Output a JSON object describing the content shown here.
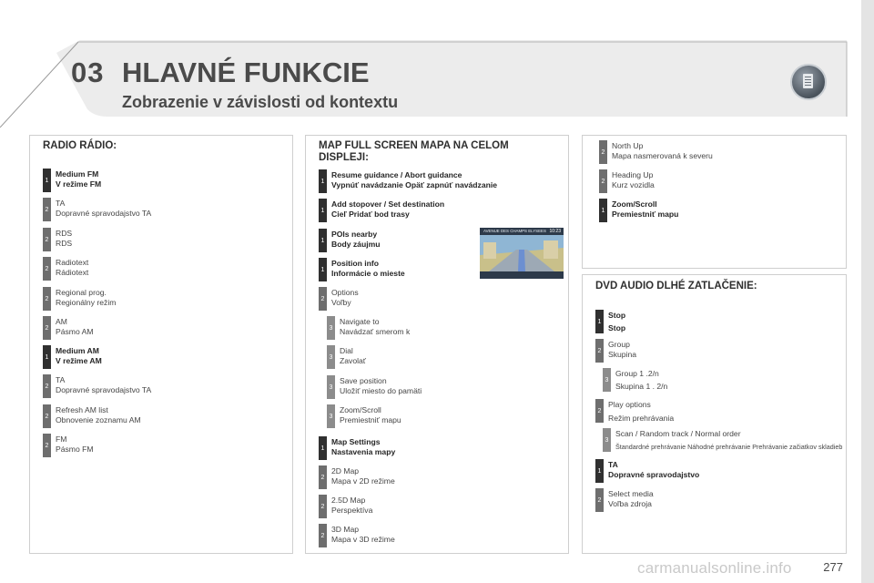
{
  "header": {
    "chapter_number": "03",
    "title": "HLAVNÉ FUNKCIE",
    "subtitle": "Zobrazenie v závislosti od kontextu",
    "icon": "book-icon"
  },
  "radio": {
    "title": "RADIO RÁDIO:",
    "items": [
      {
        "level": "1",
        "line1": "Medium FM",
        "line2": "V režime FM",
        "bold": true
      },
      {
        "level": "2",
        "line1": "TA",
        "line2": "Dopravné spravodajstvo TA",
        "bold": false
      },
      {
        "level": "2",
        "line1": "RDS",
        "line2": "RDS",
        "bold": false
      },
      {
        "level": "2",
        "line1": "Radiotext",
        "line2": "Rádiotext",
        "bold": false
      },
      {
        "level": "2",
        "line1": "Regional prog.",
        "line2": "Regionálny režim",
        "bold": false
      },
      {
        "level": "2",
        "line1": "AM",
        "line2": "Pásmo AM",
        "bold": false
      },
      {
        "level": "1",
        "line1": "Medium AM",
        "line2": "V režime AM",
        "bold": true
      },
      {
        "level": "2",
        "line1": "TA",
        "line2": "Dopravné spravodajstvo TA",
        "bold": false
      },
      {
        "level": "2",
        "line1": "Refresh AM list",
        "line2": "Obnovenie zoznamu AM",
        "bold": false
      },
      {
        "level": "2",
        "line1": "FM",
        "line2": "Pásmo FM",
        "bold": false
      }
    ]
  },
  "map": {
    "title_line1": "MAP FULL SCREEN MAPA NA CELOM",
    "title_line2": "DISPLEJI:",
    "items": [
      {
        "level": "1",
        "line1": "Resume guidance / Abort guidance",
        "line2": "Vypnúť navádzanie  Opäť zapnúť navádzanie",
        "bold": true
      },
      {
        "level": "1",
        "line1": "Add stopover / Set destination",
        "line2": "Cieľ  Pridať bod trasy",
        "bold": true
      },
      {
        "level": "1",
        "line1": "POIs nearby",
        "line2": "Body záujmu",
        "bold": true
      },
      {
        "level": "1",
        "line1": "Position info",
        "line2": "Informácie o mieste",
        "bold": true
      },
      {
        "level": "2",
        "line1": "Options",
        "line2": "Voľby",
        "bold": false
      },
      {
        "level": "3",
        "line1": "Navigate to",
        "line2": "Navádzať smerom k",
        "bold": false
      },
      {
        "level": "3",
        "line1": "Dial",
        "line2": "Zavolať",
        "bold": false
      },
      {
        "level": "3",
        "line1": "Save position",
        "line2": "Uložiť miesto do pamäti",
        "bold": false
      },
      {
        "level": "3",
        "line1": "Zoom/Scroll",
        "line2": "Premiestniť mapu",
        "bold": false
      },
      {
        "level": "1",
        "line1": "Map Settings",
        "line2": "Nastavenia mapy",
        "bold": true
      },
      {
        "level": "2",
        "line1": "2D Map",
        "line2": "Mapa v 2D režime",
        "bold": false
      },
      {
        "level": "2",
        "line1": "2.5D Map",
        "line2": "Perspektíva",
        "bold": false
      },
      {
        "level": "2",
        "line1": "3D Map",
        "line2": "Mapa v 3D režime",
        "bold": false
      }
    ],
    "thumb": {
      "street": "AVENUE DES CHAMPS ELYSEES",
      "time": "10:23"
    }
  },
  "map_cont": {
    "items": [
      {
        "level": "2",
        "line1": "North Up",
        "line2": "Mapa nasmerovaná k severu",
        "bold": false
      },
      {
        "level": "2",
        "line1": "Heading Up",
        "line2": "Kurz vozidla",
        "bold": false
      },
      {
        "level": "1",
        "line1": "Zoom/Scroll",
        "line2": "Premiestniť mapu",
        "bold": true
      }
    ]
  },
  "dvd": {
    "title": "DVD AUDIO DLHÉ ZATLAČENIE:",
    "items": [
      {
        "level": "1",
        "line1": "Stop",
        "line2": "Stop",
        "bold": true
      },
      {
        "level": "2",
        "line1": "Group",
        "line2": "Skupina",
        "bold": false
      },
      {
        "level": "3",
        "line1": "Group 1 .2/n",
        "line2": "Skupina 1 . 2/n",
        "bold": false
      },
      {
        "level": "2",
        "line1": "Play options",
        "line2": "Režim prehrávania",
        "bold": false
      },
      {
        "level": "3",
        "line1": "Scan / Random track / Normal order",
        "line2": "Štandardné prehrávanie  Náhodné prehrávanie  Prehrávanie začiatkov skladieb",
        "bold": false
      },
      {
        "level": "1",
        "line1": "TA",
        "line2": "Dopravné spravodajstvo",
        "bold": true
      },
      {
        "level": "2",
        "line1": "Select media",
        "line2": "Voľba zdroja",
        "bold": false
      }
    ]
  },
  "page_number": "277",
  "watermark": "carmanualsonline.info"
}
